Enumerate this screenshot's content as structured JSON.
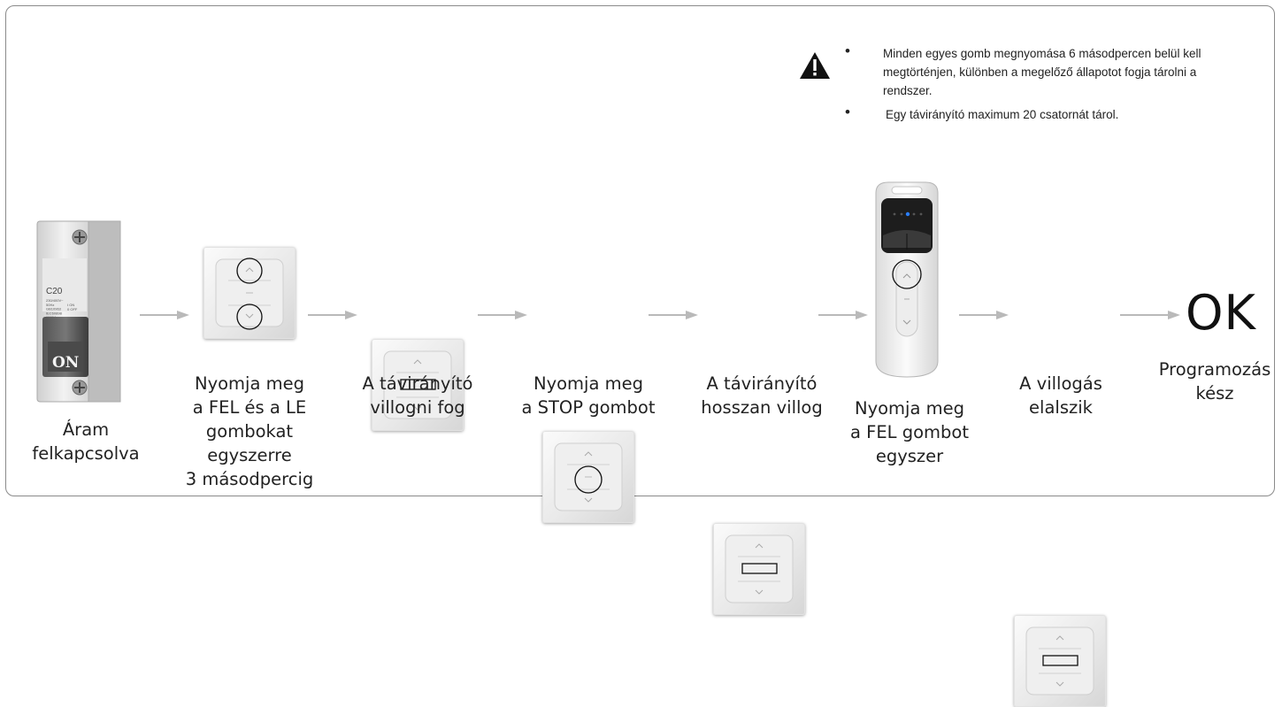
{
  "notes": [
    "Minden egyes gomb megnyomása 6 másodpercen belül kell megtörténjen, különben a megelőző állapotot fogja tárolni a rendszer.",
    "Egy távirányító maximum 20 csatornát tárol."
  ],
  "bullet": "•",
  "breaker": {
    "model": "C20",
    "specs": "230/400V~\n50Hz\nGB10963\nIEC60898\n6000A",
    "onoff": "I ON\n0 OFF",
    "on_label": "ON"
  },
  "steps": [
    {
      "caption": "Áram\nfelkapcsolva"
    },
    {
      "caption": "Nyomja meg\na FEL és a LE\ngombokat egyszerre\n3 másodpercig"
    },
    {
      "caption": "A távirányító\nvillogni fog"
    },
    {
      "caption": "Nyomja meg\na STOP gombot"
    },
    {
      "caption": "A távirányító\nhosszan villog"
    },
    {
      "caption": "Nyomja meg\na FEL gombot\negyszer"
    },
    {
      "caption": "A villogás\nelalszik"
    },
    {
      "caption": "Programozás\nkész"
    }
  ],
  "result": "OK",
  "colors": {
    "arrow": "#b9b9b9",
    "led": "#2a7fff",
    "warning": "#111111"
  }
}
